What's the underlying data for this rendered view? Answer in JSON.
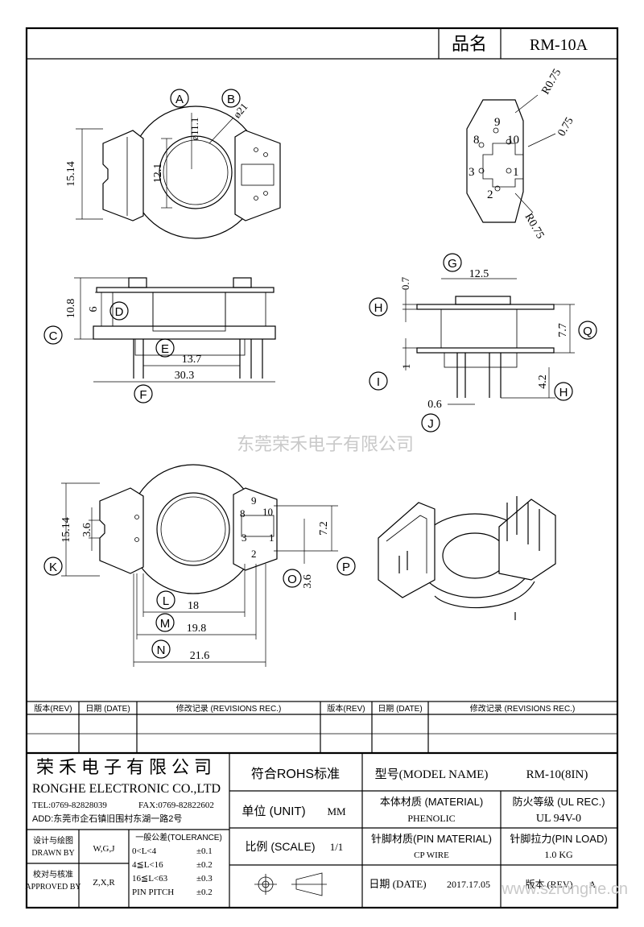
{
  "header": {
    "part_label": "品名",
    "part_value": "RM-10A"
  },
  "watermark": "东莞荣禾电子有限公司",
  "website": "www.szronghe.cn",
  "view1": {
    "labels": [
      "A",
      "B"
    ],
    "dims": {
      "d_inner": "ø11.1",
      "d_outer": "ø21",
      "h1": "15.14",
      "h2": "12.1"
    }
  },
  "view2": {
    "labels": [
      "C",
      "D",
      "E",
      "F"
    ],
    "dims": {
      "h_total": "10.8",
      "h_inner": "6",
      "w_inner": "13.7",
      "w_total": "30.3"
    }
  },
  "view3": {
    "labels": [
      "G",
      "H",
      "Q",
      "I",
      "J",
      "H"
    ],
    "dims": {
      "w": "12.5",
      "t1": "0.7",
      "h": "7.7",
      "t2": "1",
      "pin": "0.6",
      "pin_len": "4.2"
    }
  },
  "pin_view": {
    "pins": [
      "9",
      "8",
      "10",
      "3",
      "1",
      "2"
    ],
    "dims": {
      "r1": "R0.75",
      "s": "0.75",
      "r2": "R0.75"
    }
  },
  "view4": {
    "labels": [
      "K",
      "L",
      "M",
      "N",
      "O",
      "P"
    ],
    "pins": [
      "9",
      "8",
      "10",
      "3",
      "1",
      "2"
    ],
    "dims": {
      "h1": "15.14",
      "slot": "3.6",
      "p": "7.2",
      "o": "3.6",
      "l": "18",
      "m": "19.8",
      "n": "21.6"
    }
  },
  "revisions": {
    "headers": [
      "版本(REV)",
      "日期 (DATE)",
      "修改记录 (REVISIONS REC.)",
      "版本(REV)",
      "日期 (DATE)",
      "修改记录 (REVISIONS REC.)"
    ]
  },
  "title_block": {
    "company_cn": "荣禾电子有限公司",
    "company_en": "RONGHE ELECTRONIC CO.,LTD",
    "tel": "TEL:0769-82828039",
    "fax": "FAX:0769-82822602",
    "addr": "ADD:东莞市企石镇旧围村东湖一路2号",
    "rohs": "符合ROHS标准",
    "model_label": "型号(MODEL NAME)",
    "model_value": "RM-10(8IN)",
    "unit_label": "单位 (UNIT)",
    "unit_value": "MM",
    "material_label": "本体材质 (MATERIAL)",
    "material_value": "PHENOLIC",
    "ul_label": "防火等级 (UL REC.)",
    "ul_value": "UL 94V-0",
    "design_label_cn": "设计与绘图",
    "design_label_en": "DRAWN BY",
    "design_value": "W,G,J",
    "tolerance_title": "一般公差(TOLERANCE)",
    "tol_rows": [
      {
        "range": "0<L<4",
        "val": "±0.1"
      },
      {
        "range": "4≦L<16",
        "val": "±0.2"
      },
      {
        "range": "16≦L<63",
        "val": "±0.3"
      },
      {
        "range": "PIN PITCH",
        "val": "±0.2"
      }
    ],
    "scale_label": "比例 (SCALE)",
    "scale_value": "1/1",
    "pin_mat_label": "针脚材质(PIN MATERIAL)",
    "pin_mat_value": "CP WIRE",
    "pin_load_label": "针脚拉力(PIN LOAD)",
    "pin_load_value": "1.0 KG",
    "approve_label_cn": "校对与核准",
    "approve_label_en": "APPROVED BY",
    "approve_value": "Z,X,R",
    "date_label": "日期 (DATE)",
    "date_value": "2017.17.05",
    "rev_label": "版本 (REV)",
    "rev_value": "A"
  }
}
